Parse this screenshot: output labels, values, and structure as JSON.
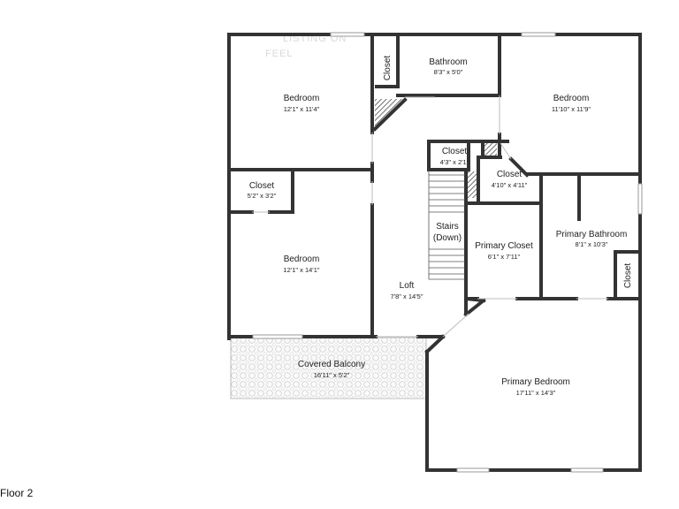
{
  "watermark": {
    "line1": "LISTING ON",
    "line2": "FEEL"
  },
  "rooms": {
    "bedroom_nw": {
      "name": "Bedroom",
      "dim": "12'1\" x 11'4\""
    },
    "closet_nw": {
      "name": "Closet"
    },
    "bathroom": {
      "name": "Bathroom",
      "dim": "8'3\" x 5'0\""
    },
    "bedroom_ne": {
      "name": "Bedroom",
      "dim": "11'10\" x 11'9\""
    },
    "closet_w": {
      "name": "Closet",
      "dim": "5'2\" x 3'2\""
    },
    "bedroom_w": {
      "name": "Bedroom",
      "dim": "12'1\" x 14'1\""
    },
    "closet_mid": {
      "name": "Closet",
      "dim": "4'3\" x 2'1\""
    },
    "closet_c": {
      "name": "Closet",
      "dim": "4'10\" x 4'11\""
    },
    "stairs": {
      "line1": "Stairs",
      "line2": "(Down)"
    },
    "primary_closet": {
      "name": "Primary Closet",
      "dim": "6'1\" x 7'11\""
    },
    "primary_bath": {
      "name": "Primary Bathroom",
      "dim": "8'1\" x 10'3\""
    },
    "closet_e": {
      "name": "Closet"
    },
    "loft": {
      "name": "Loft",
      "dim": "7'8\" x 14'5\""
    },
    "balcony": {
      "name": "Covered Balcony",
      "dim": "16'11\" x 5'2\""
    },
    "primary_bed": {
      "name": "Primary Bedroom",
      "dim": "17'11\" x 14'3\""
    }
  },
  "floor_label": "Floor 2"
}
